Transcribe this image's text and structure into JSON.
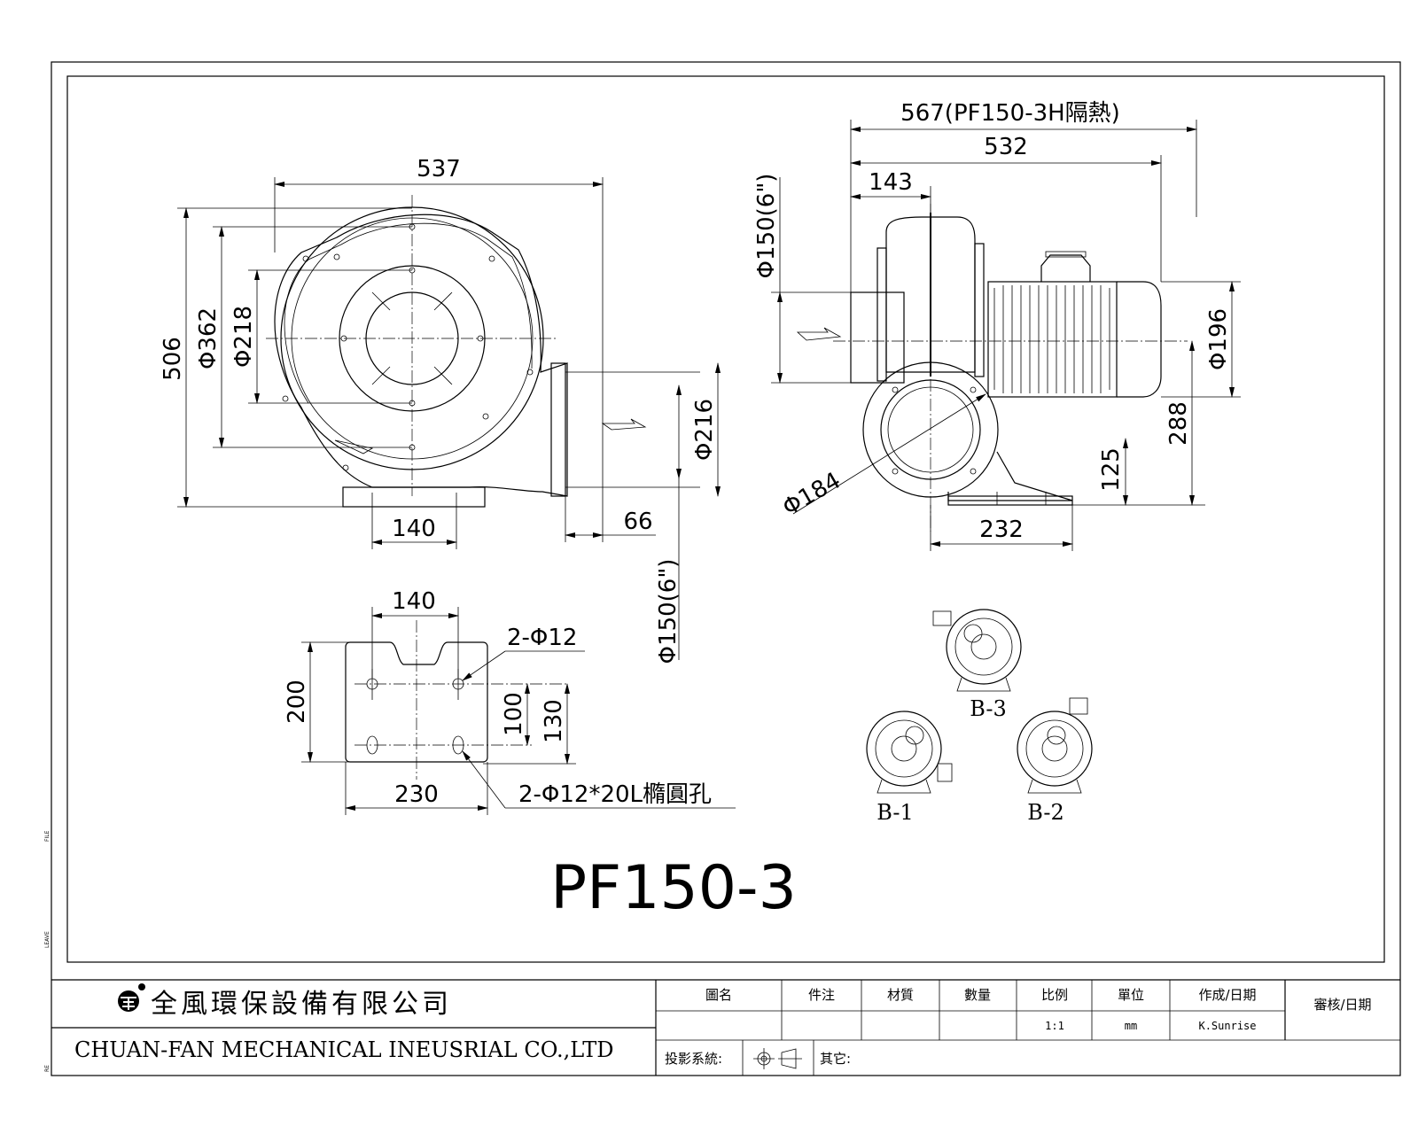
{
  "drawing": {
    "model": "PF150-3",
    "front_view": {
      "width": "537",
      "height": "506",
      "dia_outer": "Φ362",
      "dia_inner": "Φ218",
      "base_width": "140",
      "outlet_offset": "66",
      "outlet_dia": "Φ216",
      "outlet_size": "Φ150(6\")"
    },
    "side_view": {
      "length_insulated": "567(PF150-3H隔熱)",
      "length": "532",
      "inlet_offset": "143",
      "inlet_size": "Φ150(6\")",
      "motor_dia": "Φ196",
      "height": "288",
      "shaft_height": "125",
      "base_length": "232",
      "volute_dia": "Φ184"
    },
    "base_plate": {
      "hole_spacing": "140",
      "width": "230",
      "length": "200",
      "inner_spacing": "100",
      "outer_spacing": "130",
      "holes": "2-Φ12",
      "slots": "2-Φ12*20L橢圓孔"
    },
    "orientations": [
      "B-3",
      "B-1",
      "B-2"
    ]
  },
  "title_block": {
    "company_cn": "全風環保設備有限公司",
    "company_en": "CHUAN-FAN MECHANICAL INEUSRIAL CO.,LTD",
    "headers": [
      "圖名",
      "件注",
      "材質",
      "數量",
      "比例",
      "單位",
      "作成/日期"
    ],
    "approve": "審核/日期",
    "scale": "1:1",
    "unit": "mm",
    "author": "K.Sunrise",
    "projection_label": "投影系統:",
    "other_label": "其它:"
  },
  "margin": {
    "labels": [
      "FILE",
      "LEAVE",
      "RE"
    ]
  }
}
